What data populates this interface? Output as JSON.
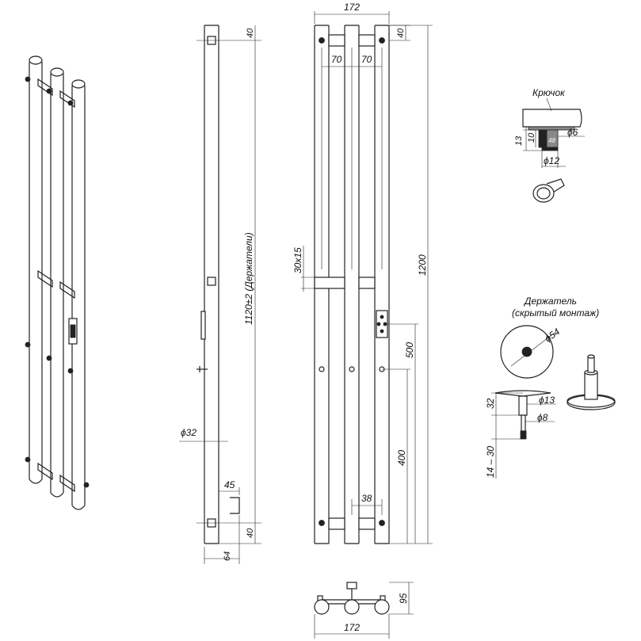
{
  "side_view": {
    "top_gap": "40",
    "holder_span": "1120±2 (Держатели)",
    "diameter": "ϕ32",
    "bracket_depth": "45",
    "bottom_gap": "40",
    "bottom_offset": "64"
  },
  "front_view": {
    "overall_width": "172",
    "top_gap": "40",
    "spacing_left": "70",
    "spacing_right": "70",
    "clamp_size": "30x15",
    "height": "1200",
    "box_height": "500",
    "holder_height": "400",
    "clamp_width": "38"
  },
  "top_view": {
    "width": "172",
    "depth": "95"
  },
  "hook_detail": {
    "title": "Крючок",
    "dim_13": "13",
    "dim_10": "10",
    "dim_d6": "ϕ6",
    "dim_d12": "ϕ12",
    "label_48": "48"
  },
  "holder_detail": {
    "title_line1": "Держатель",
    "title_line2": "(скрытый монтаж)",
    "dim_d54": "ϕ54",
    "dim_32": "32",
    "dim_d13": "ϕ13",
    "dim_d8": "ϕ8",
    "dim_14_30": "14 – 30"
  }
}
